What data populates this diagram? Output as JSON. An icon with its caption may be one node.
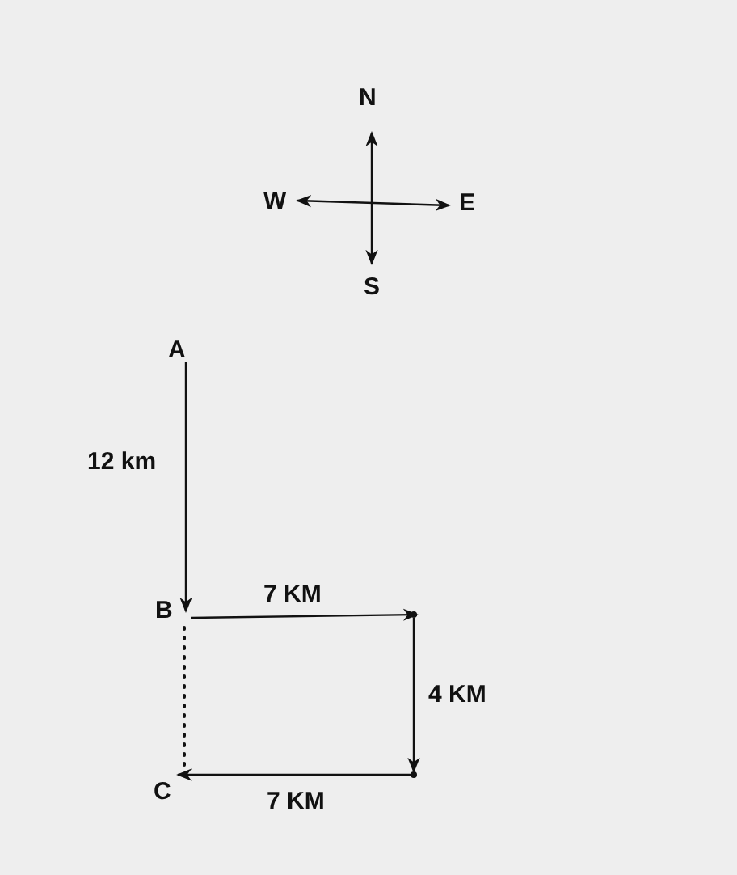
{
  "diagram": {
    "nodes": [
      {
        "text": [
          "A"
        ]
      },
      {
        "text": [
          "B"
        ]
      },
      {
        "text": [],
        "shape": "point"
      },
      {
        "text": [],
        "shape": "point"
      },
      {
        "text": [
          "C"
        ]
      }
    ],
    "edges": [
      {
        "from": 0,
        "to": 1,
        "arrow": "to",
        "label": "12 km"
      },
      {
        "from": 1,
        "to": 2,
        "arrow": "to",
        "label": "7 KM"
      },
      {
        "from": 2,
        "to": 3,
        "arrow": "to",
        "label": "4 KM"
      },
      {
        "from": 3,
        "to": 4,
        "arrow": "to",
        "label": "7 KM"
      },
      {
        "from": 1,
        "to": 4,
        "arrow": "none",
        "style": "dashed"
      }
    ],
    "labels": [
      "N",
      "W",
      "E",
      "S"
    ]
  }
}
